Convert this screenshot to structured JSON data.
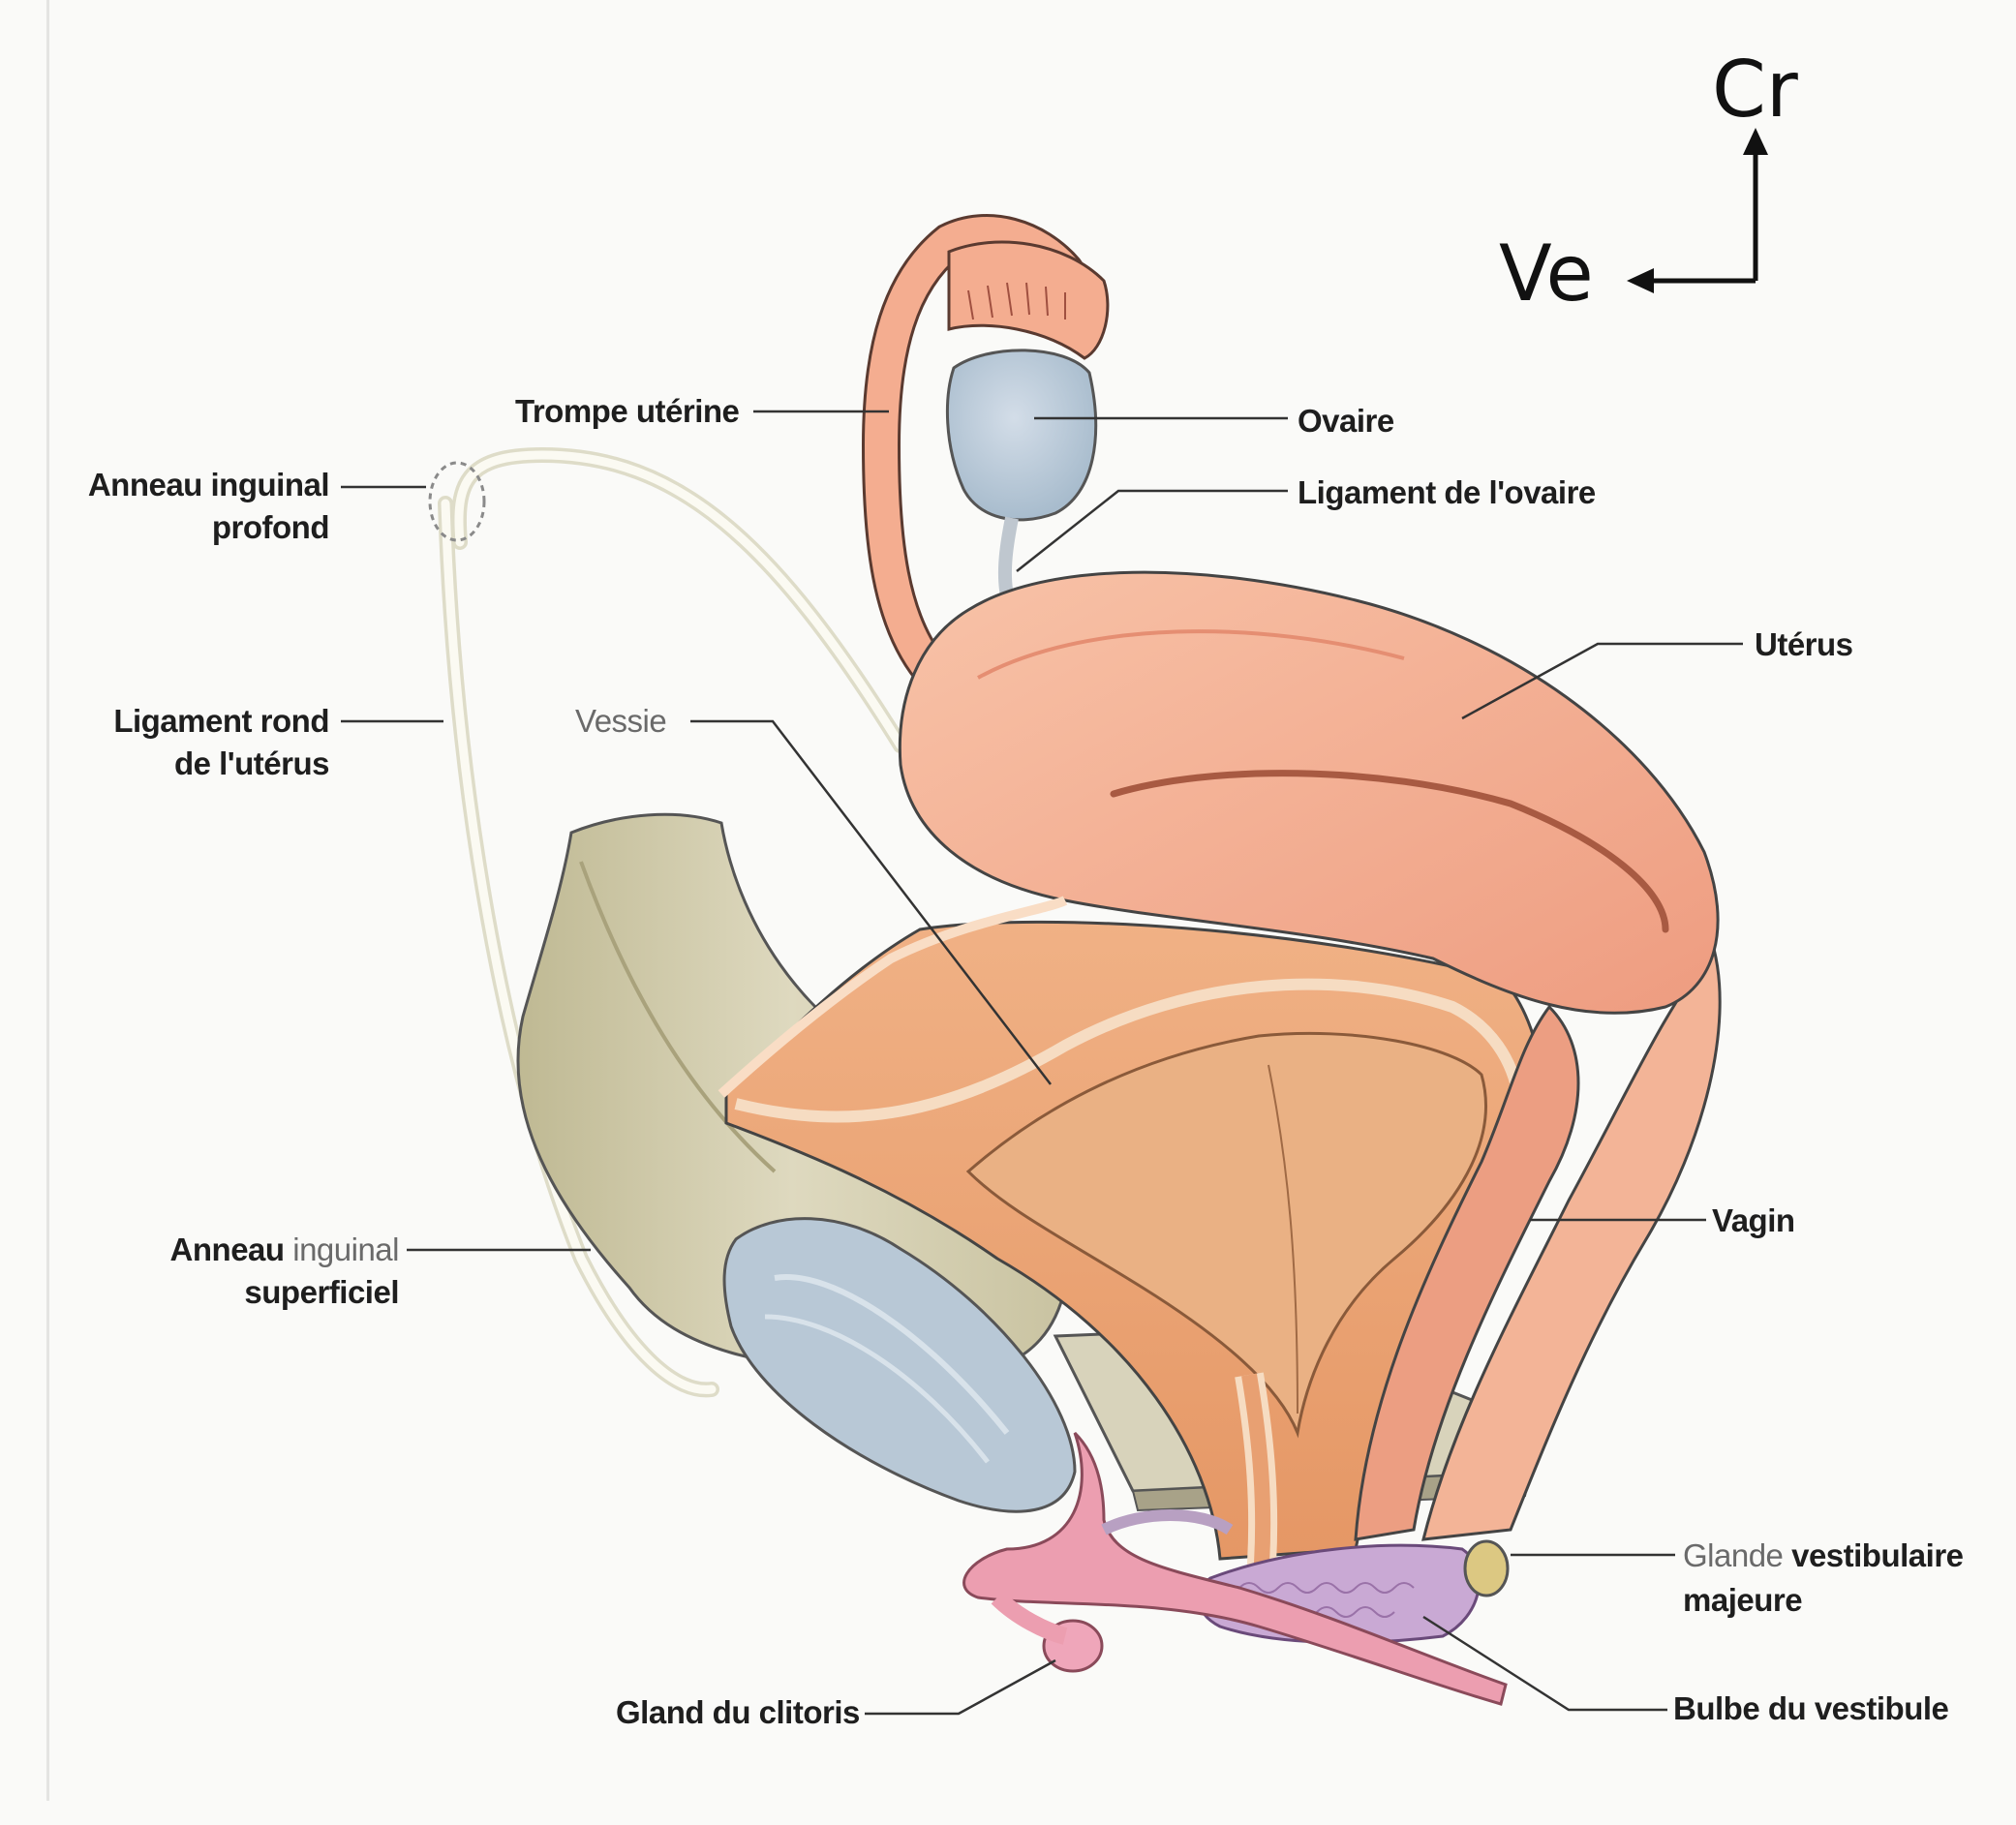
{
  "colors": {
    "uterus": "#f2a587",
    "uterus_light": "#f8c4aa",
    "bladder": "#e8a072",
    "bladder_inner": "#eab184",
    "bone": "#d7d2b4",
    "cartilage": "#b5c4d2",
    "vestibular_bulb": "#c8a6d0",
    "clitoris": "#ec9eb0",
    "gland": "#d9c37f",
    "leader_line": "#333333"
  },
  "orientation": {
    "cranial": "Cr",
    "ventral": "Ve"
  },
  "labels": {
    "trompe": "Trompe utérine",
    "ovaire": "Ovaire",
    "ligament_ovaire": "Ligament de l'ovaire",
    "anneau_profond_1": "Anneau inguinal",
    "anneau_profond_2": "profond",
    "uterus": "Utérus",
    "ligament_rond_1": "Ligament rond",
    "ligament_rond_2": "de l'utérus",
    "vessie": "Vessie",
    "vagin": "Vagin",
    "anneau_superficiel_1a": "Anneau",
    "anneau_superficiel_1b": "inguinal",
    "anneau_superficiel_2": "superficiel",
    "glande_1a": "Glande",
    "glande_1b": "vestibulaire",
    "glande_2": "majeure",
    "gland_clitoris": "Gland du clitoris",
    "bulbe": "Bulbe du vestibule"
  },
  "icons": [
    "arrow-up-icon",
    "arrow-left-icon"
  ]
}
